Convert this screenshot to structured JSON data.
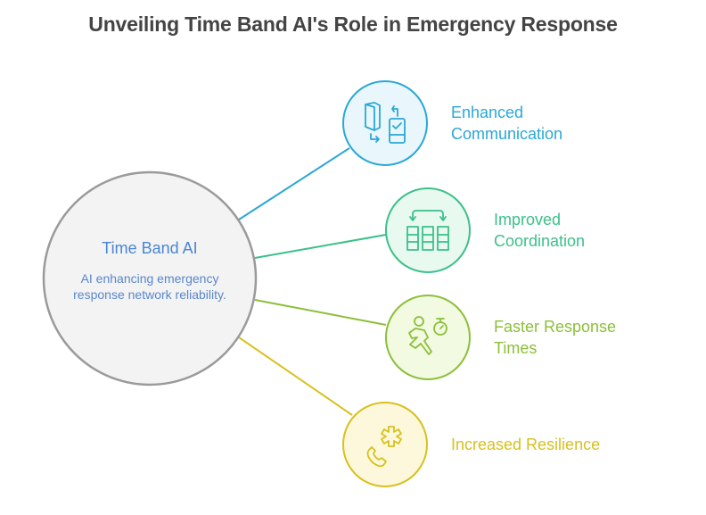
{
  "title": "Unveiling Time Band AI's Role in Emergency Response",
  "hub": {
    "title": "Time Band AI",
    "description": "AI enhancing emergency response network reliability.",
    "fill": "#f3f3f3",
    "stroke": "#9a9a9a",
    "title_color": "#4a86d4"
  },
  "nodes": [
    {
      "label": "Enhanced Communication",
      "icon": "phone-exchange-icon",
      "color": "#2ba7d6",
      "fill": "#e9f7fc"
    },
    {
      "label": "Improved Coordination",
      "icon": "coordination-grid-icon",
      "color": "#3cc08a",
      "fill": "#e8f9ef"
    },
    {
      "label": "Faster Response Times",
      "icon": "runner-stopwatch-icon",
      "color": "#8cbf3a",
      "fill": "#f2fae1"
    },
    {
      "label": "Increased Resilience",
      "icon": "emergency-call-icon",
      "color": "#d8c01e",
      "fill": "#fdf8dc"
    }
  ]
}
